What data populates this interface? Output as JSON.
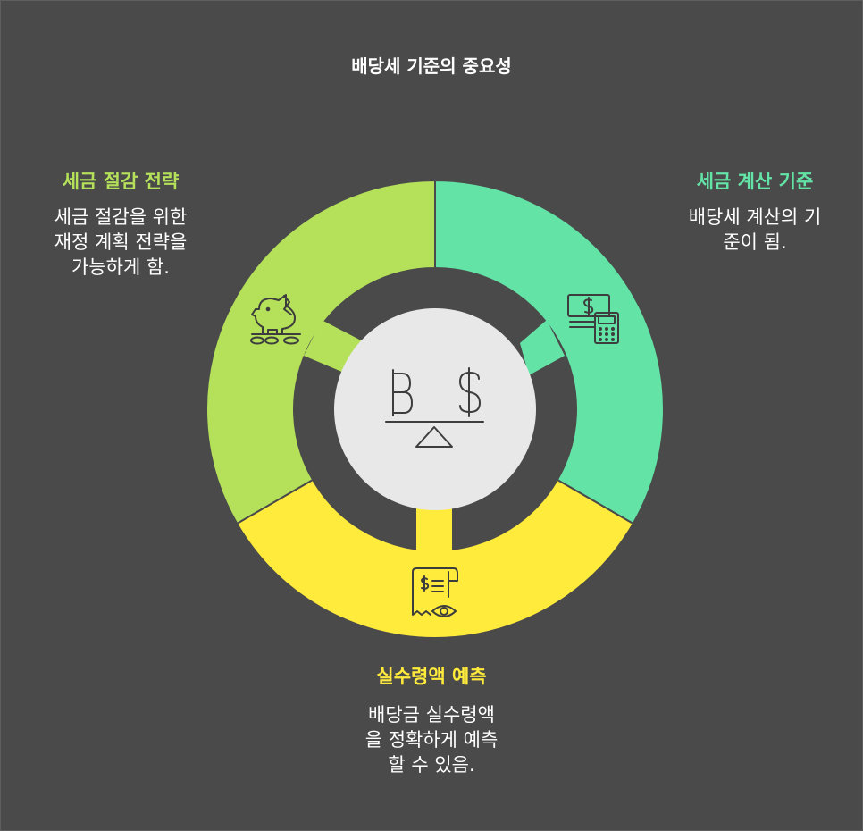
{
  "title": "배당세 기준의 중요성",
  "colors": {
    "background": "#4a4a4a",
    "green": "#b4e05a",
    "teal": "#63e3a6",
    "yellow": "#ffeb3b",
    "center": "#e8e8e8",
    "icon_stroke": "#3d3d3d"
  },
  "segments": [
    {
      "title": "세금 절감 전략",
      "desc_lines": [
        "세금 절감을 위한",
        "재정 계획 전략을",
        "가능하게 함."
      ],
      "icon": "piggy-bank-coins-icon"
    },
    {
      "title": "세금 계산 기준",
      "desc_lines": [
        "배당세 계산의 기",
        "준이 됨."
      ],
      "icon": "money-calculator-icon"
    },
    {
      "title": "실수령액 예측",
      "desc_lines": [
        "배당금 실수령액",
        "을 정확하게 예측",
        "할 수 있음."
      ],
      "icon": "receipt-eye-icon"
    }
  ],
  "center": {
    "icon": "bitcoin-dollar-balance-icon",
    "symbols": [
      "B",
      "$"
    ]
  }
}
